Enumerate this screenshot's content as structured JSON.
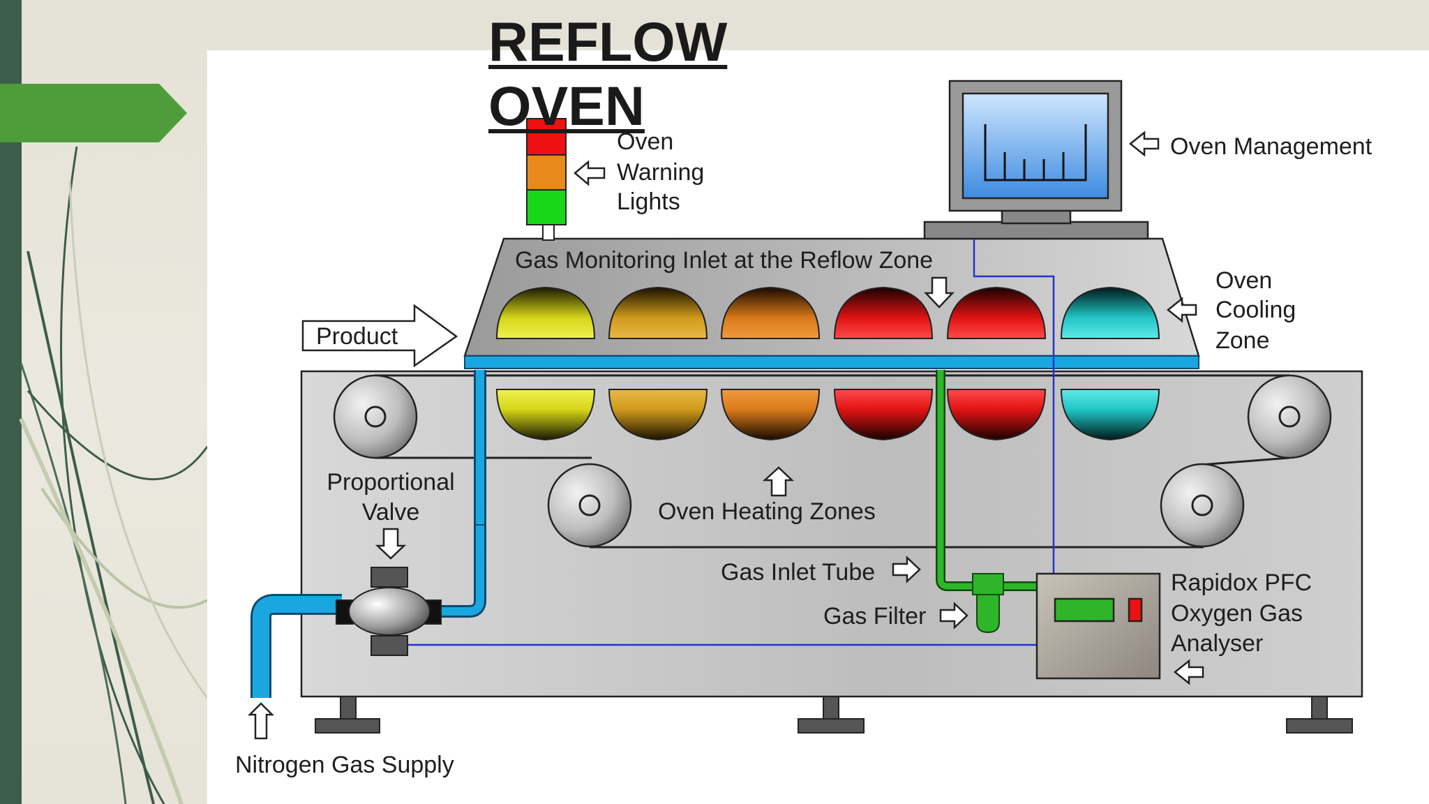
{
  "slide": {
    "title": "REFLOW OVEN",
    "accent_color": "#4f9d3a",
    "side_bar_color": "#3d5c4b"
  },
  "diagram": {
    "labels": {
      "warning_lights": [
        "Oven",
        "Warning",
        "Lights"
      ],
      "management": "Oven Management",
      "gas_monitoring_inlet": "Gas Monitoring Inlet at the Reflow Zone",
      "product": "Product",
      "cooling_zone": [
        "Oven",
        "Cooling",
        "Zone"
      ],
      "proportional_valve": [
        "Proportional",
        "Valve"
      ],
      "heating_zones": "Oven Heating Zones",
      "gas_inlet_tube": "Gas Inlet Tube",
      "gas_filter": "Gas Filter",
      "analyser": [
        "Rapidox PFC",
        "Oxygen Gas",
        "Analyser"
      ],
      "nitrogen_supply": "Nitrogen Gas Supply"
    },
    "colors": {
      "gas_line": "#1aa7e0",
      "inlet_tube": "#2fb52a",
      "signal_wire": "#2233cc",
      "light_red": "#ee1111",
      "light_orange": "#e88a1c",
      "light_green": "#19d619",
      "zone_yellow": "#d6d61a",
      "zone_amber": "#d09a1c",
      "zone_orange": "#d97a1a",
      "zone_red": "#e01414",
      "zone_cyan": "#22c6c6"
    }
  }
}
